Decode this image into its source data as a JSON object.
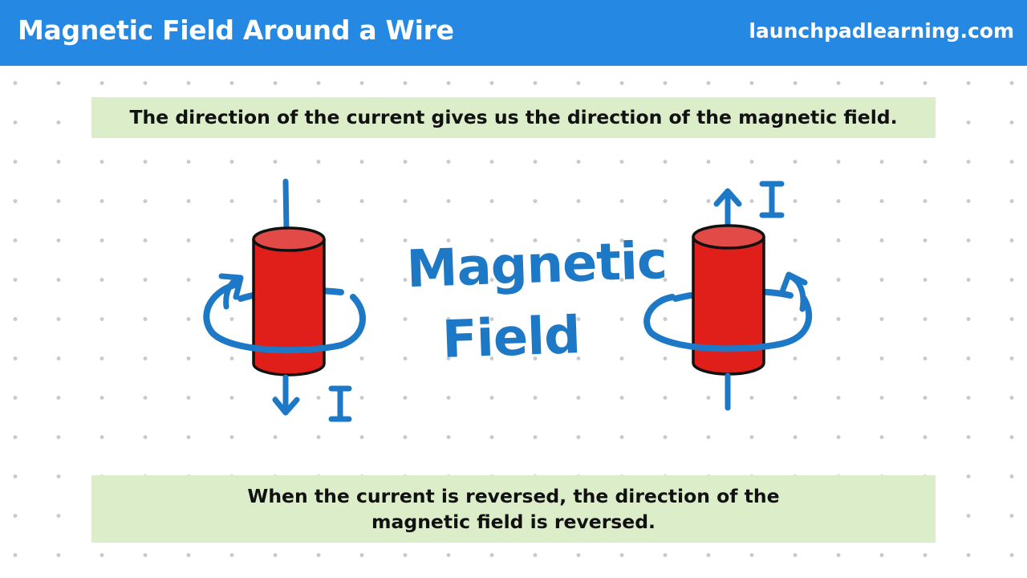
{
  "header": {
    "title": "Magnetic Field Around a Wire",
    "site": "launchpadlearning.com"
  },
  "callouts": {
    "top": "The direction of the current gives us the direction of the magnetic field.",
    "bottom_line1": "When the current is reversed, the direction of the",
    "bottom_line2": "magnetic field is reversed."
  },
  "diagram": {
    "center_label_line1": "Magnetic",
    "center_label_line2": "Field",
    "left_wire_current_label": "I",
    "right_wire_current_label": "I"
  },
  "colors": {
    "header": "#2589e3",
    "callout_bg": "#dbedc9",
    "wire_body": "#e01f1a",
    "wire_top": "#e24a48",
    "field_ink": "#1d78c6"
  }
}
